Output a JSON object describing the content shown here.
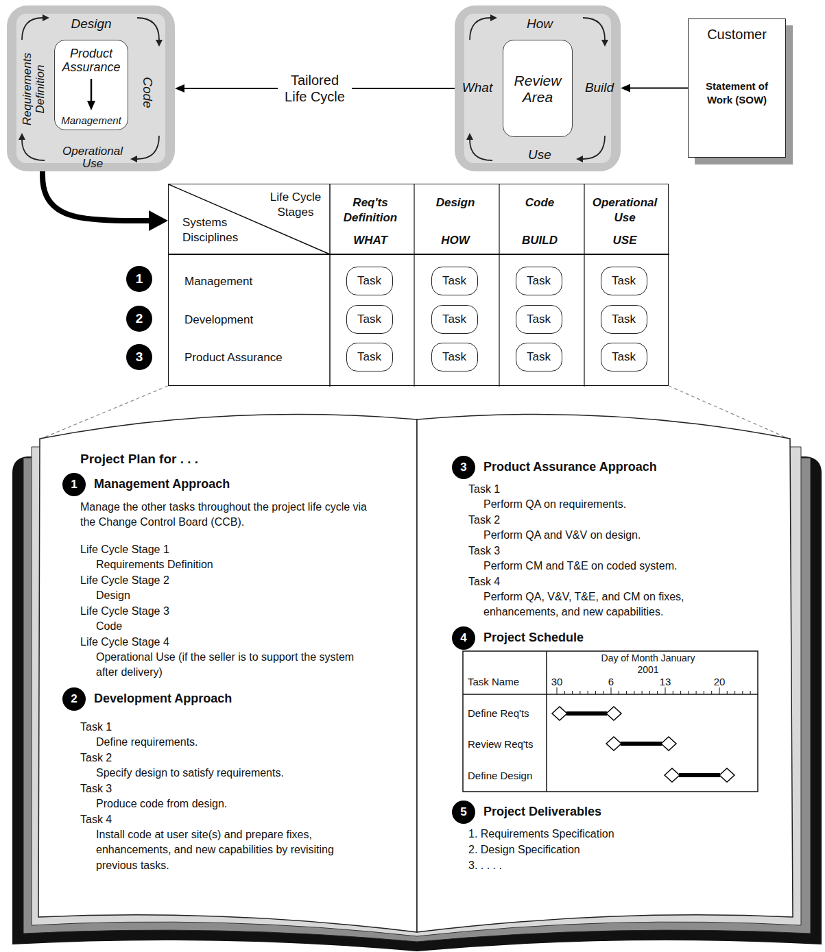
{
  "diagram": {
    "nodes": [
      {
        "text": [
          "Design",
          "Code",
          "Operational Use",
          "Requirements Definition"
        ]
      },
      {
        "text": [
          "Product Assurance",
          "Management"
        ],
        "in": 0
      },
      {
        "text": [
          "How",
          "Build",
          "Use",
          "What"
        ]
      },
      {
        "text": [
          "Review Area"
        ],
        "in": 2
      },
      {
        "text": [
          "Customer",
          "Statement of Work (SOW)"
        ]
      },
      {
        "text": [
          "Life Cycle Stages",
          "Systems Disciplines",
          "Req'ts Definition",
          "WHAT",
          "Design",
          "HOW",
          "Code",
          "BUILD",
          "Operational Use",
          "USE",
          "Management",
          "Development",
          "Product Assurance"
        ]
      },
      {
        "text": [
          "1"
        ]
      },
      {
        "text": [
          "Task"
        ],
        "in": 5
      },
      {
        "text": [
          "Task"
        ],
        "in": 5
      },
      {
        "text": [
          "Task"
        ],
        "in": 5
      },
      {
        "text": [
          "Task"
        ],
        "in": 5
      },
      {
        "text": [
          "2"
        ]
      },
      {
        "text": [
          "Task"
        ],
        "in": 5
      },
      {
        "text": [
          "Task"
        ],
        "in": 5
      },
      {
        "text": [
          "Task"
        ],
        "in": 5
      },
      {
        "text": [
          "Task"
        ],
        "in": 5
      },
      {
        "text": [
          "3"
        ]
      },
      {
        "text": [
          "Task"
        ],
        "in": 5
      },
      {
        "text": [
          "Task"
        ],
        "in": 5
      },
      {
        "text": [
          "Task"
        ],
        "in": 5
      },
      {
        "text": [
          "Task"
        ],
        "in": 5
      },
      {
        "text": [
          "1",
          "Management Approach"
        ]
      },
      {
        "text": [
          "2",
          "Development Approach"
        ]
      },
      {
        "text": [
          "3",
          "Product Assurance Approach"
        ]
      },
      {
        "text": [
          "4",
          "Project Schedule"
        ]
      },
      {
        "text": [
          "5",
          "Project Deliverables"
        ]
      }
    ],
    "edges": [
      {
        "from": 4,
        "to": 2,
        "arrow": "to"
      },
      {
        "from": 2,
        "to": 0,
        "arrow": "to",
        "label": "Tailored Life Cycle"
      },
      {
        "from": 0,
        "to": 5,
        "arrow": "to"
      }
    ],
    "labels": [
      "Project Plan for . . .",
      "Manage the other tasks throughout the project life cycle via the Change Control Board (CCB).",
      "Life Cycle Stage 1",
      "Requirements Definition",
      "Life Cycle Stage 2",
      "Design",
      "Life Cycle Stage 3",
      "Code",
      "Life Cycle Stage 4",
      "Operational Use (if the seller is to support the system after delivery)",
      "Task 1",
      "Define requirements.",
      "Task 2",
      "Specify design to satisfy requirements.",
      "Task 3",
      "Produce code from design.",
      "Task 4",
      "Install code at user site(s) and prepare fixes, enhancements, and new capabilities by revisiting previous tasks.",
      "Task 1",
      "Perform QA on requirements.",
      "Task 2",
      "Perform QA and V&V on design.",
      "Task 3",
      "Perform CM and T&E on coded system.",
      "Task 4",
      "Perform QA, V&V, T&E, and CM on fixes, enhancements, and new capabilities.",
      "Task Name",
      "Day of Month January 2001",
      "30",
      "6",
      "13",
      "20",
      "Define Req'ts",
      "Review Req'ts",
      "Define Design",
      "1. Requirements Specification",
      "2. Design Specification",
      "3. . . . ."
    ]
  }
}
